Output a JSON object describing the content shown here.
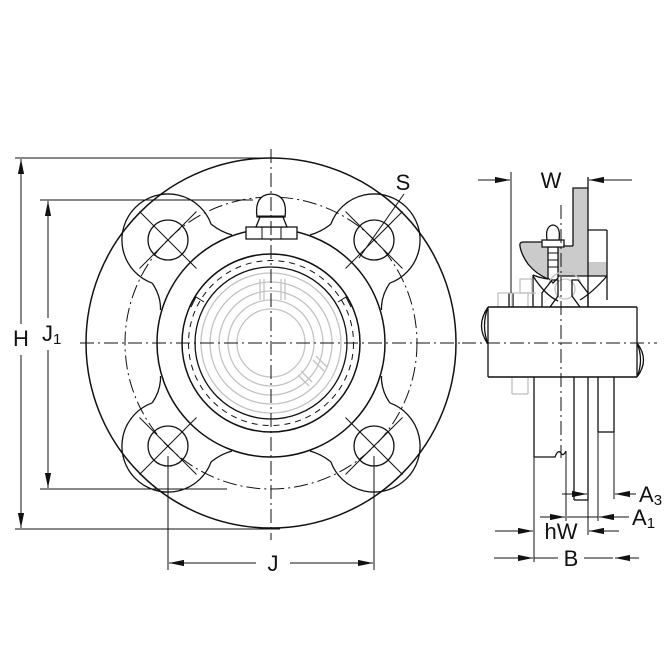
{
  "drawing": {
    "front_view": {
      "labels": {
        "H": "H",
        "J1": {
          "main": "J",
          "sub": "1"
        },
        "S": "S",
        "J": "J"
      }
    },
    "side_view": {
      "labels": {
        "W": "W",
        "A3": {
          "main": "A",
          "sub": "3"
        },
        "A1": {
          "main": "A",
          "sub": "1"
        },
        "hW": "hW",
        "B": "B"
      }
    },
    "colors": {
      "line": "#111111",
      "section_fill": "#cbcbcb",
      "hidden_detail_gray": "#c0c0c0",
      "bearing_detail_gray": "#c3c3c3",
      "background": "#ffffff"
    }
  }
}
